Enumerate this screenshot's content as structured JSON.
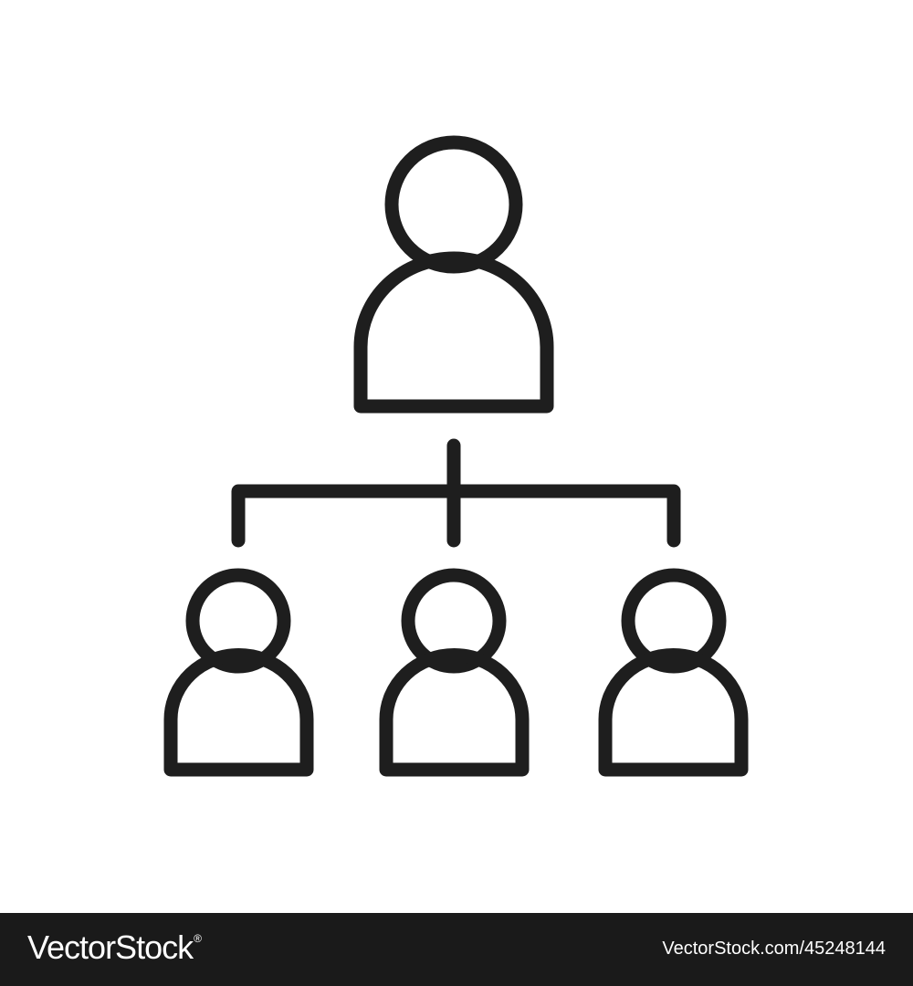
{
  "illustration": {
    "icon": "organization-hierarchy-icon",
    "stroke_color": "#1e1e1e",
    "background_color": "#ffffff",
    "nodes": [
      {
        "level": "top",
        "icon": "person-icon"
      },
      {
        "level": "child",
        "icon": "person-icon"
      },
      {
        "level": "child",
        "icon": "person-icon"
      },
      {
        "level": "child",
        "icon": "person-icon"
      }
    ]
  },
  "footer": {
    "background_color": "#1a1a1a",
    "text_color": "#ffffff",
    "brand_name": "VectorStock",
    "brand_mark": "®",
    "credit": "VectorStock.com/45248144"
  }
}
